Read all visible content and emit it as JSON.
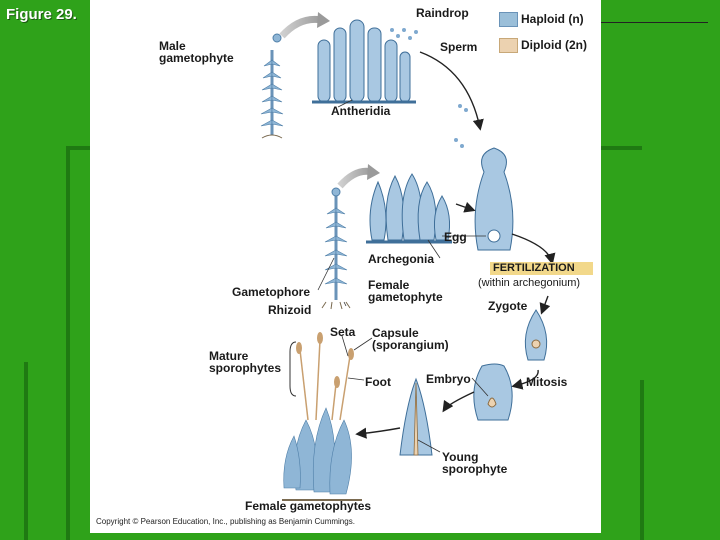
{
  "slide": {
    "title": "Figure 29."
  },
  "legend": {
    "haploid": "Haploid (n)",
    "diploid": "Diploid (2n)",
    "haploid_color": "#9bbfd9",
    "diploid_color": "#ecd2b0"
  },
  "labels": {
    "raindrop": "Raindrop",
    "sperm": "Sperm",
    "male_gametophyte": "Male\ngametophyte",
    "antheridia": "Antheridia",
    "egg": "Egg",
    "archegonia": "Archegonia",
    "gametophore": "Gametophore",
    "rhizoid": "Rhizoid",
    "female_gametophyte": "Female\ngametophyte",
    "fertilization": "FERTILIZATION",
    "within_archegonium": "(within archegonium)",
    "zygote": "Zygote",
    "seta": "Seta",
    "capsule": "Capsule\n(sporangium)",
    "mature_sporophytes": "Mature\nsporophytes",
    "foot": "Foot",
    "embryo": "Embryo",
    "mitosis": "Mitosis",
    "young_sporophyte": "Young\nsporophyte",
    "female_gametophytes": "Female gametophytes"
  },
  "copyright": "Copyright © Pearson Education, Inc., publishing as Benjamin Cummings."
}
